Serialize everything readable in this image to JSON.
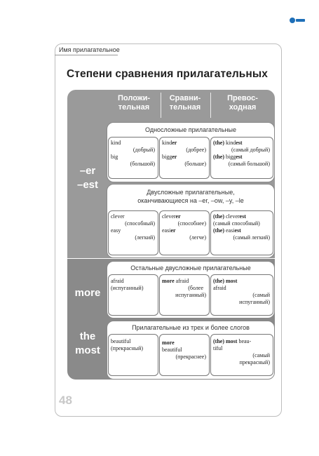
{
  "header": {
    "section": "Имя прилагательное",
    "title": "Степени сравнения прилагательных",
    "page_number": "48"
  },
  "columns": [
    "Положи-\nтельная",
    "Сравни-\nтельная",
    "Превос-\nходная"
  ],
  "labels": {
    "er_est_1": "–er",
    "er_est_2": "–est",
    "more": "more",
    "the_most_1": "the",
    "the_most_2": "most"
  },
  "groups": {
    "one": {
      "title": "Односложные прилагательные",
      "pos": [
        "kind",
        "(добрый)",
        "big",
        "(большой)"
      ],
      "comp": [
        "kind",
        "er",
        "(добрее)",
        "bigg",
        "er",
        "(больше)"
      ],
      "sup": [
        "(the)",
        " kind",
        "est",
        "(самый добрый)",
        "(the)",
        " bigg",
        "est",
        "(самый большой)"
      ]
    },
    "two": {
      "title_1": "Двусложные прилагательные,",
      "title_2": "оканчивающиеся на –er, –ow, –y, –le",
      "pos": [
        "clever",
        "(способный)",
        "easy",
        "(легкий)"
      ],
      "comp": [
        "clever",
        "er",
        "(способнее)",
        "easi",
        "er",
        "(легче)"
      ],
      "sup": [
        "(the)",
        " clever",
        "est",
        "(самый способный)",
        "(the)",
        " easi",
        "est",
        "(самый легкий)"
      ]
    },
    "three": {
      "title": "Остальные двусложные прилагательные",
      "pos": [
        "afraid",
        "(испуганный)"
      ],
      "comp": [
        "more",
        " afraid",
        "(более",
        "испуганный)"
      ],
      "sup": [
        "(the) most",
        "afraid",
        "(самый",
        "испуганный)"
      ]
    },
    "four": {
      "title": "Прилагательные из трех и более слогов",
      "pos": [
        "beautiful",
        "(прекрасный)"
      ],
      "comp": [
        "more",
        "beautiful",
        "(прекраснее)"
      ],
      "sup": [
        "(the) most",
        " beau-",
        "tiful",
        "(самый",
        "прекрасный)"
      ]
    }
  }
}
